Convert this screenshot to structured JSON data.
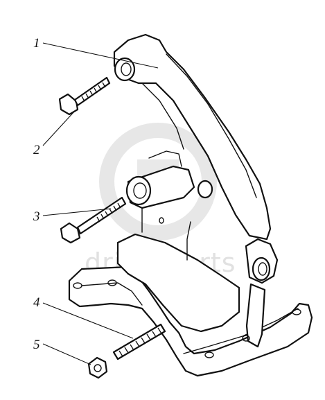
{
  "diagram": {
    "callouts": [
      {
        "id": "1",
        "label": "1"
      },
      {
        "id": "2",
        "label": "2"
      },
      {
        "id": "3",
        "label": "3"
      },
      {
        "id": "4",
        "label": "4"
      },
      {
        "id": "5",
        "label": "5"
      }
    ]
  },
  "watermark": {
    "text": "drive-parts"
  }
}
